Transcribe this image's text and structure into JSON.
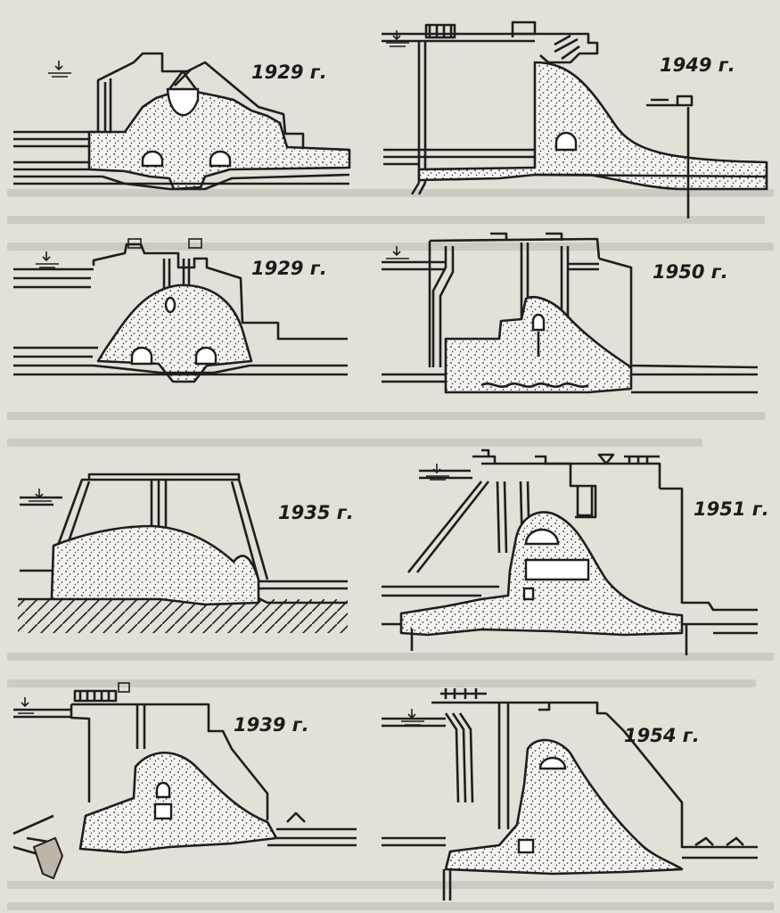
{
  "figure": {
    "panels": [
      {
        "id": "p1",
        "year": "1929 г."
      },
      {
        "id": "p2",
        "year": "1949 г."
      },
      {
        "id": "p3",
        "year": "1929 г."
      },
      {
        "id": "p4",
        "year": "1950 г."
      },
      {
        "id": "p5",
        "year": "1935 г."
      },
      {
        "id": "p6",
        "year": "1951 г."
      },
      {
        "id": "p7",
        "year": "1939 г."
      },
      {
        "id": "p8",
        "year": "1954 г."
      }
    ]
  },
  "colors": {
    "paper": "#e4e0d7",
    "ink": "#1e1e1e",
    "concrete": "#f4f3ef"
  }
}
